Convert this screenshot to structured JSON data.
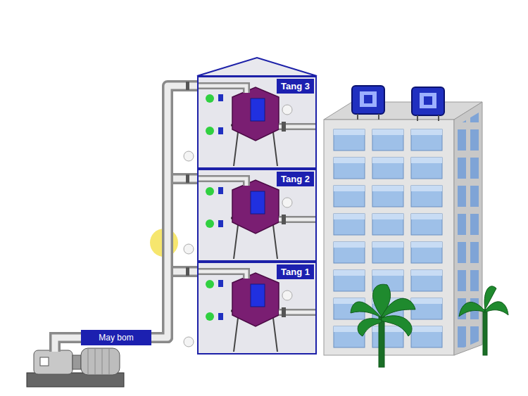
{
  "diagram": {
    "nodes": [
      {
        "text": [
          "Tang 3"
        ]
      },
      {
        "text": [
          "Tang 2"
        ]
      },
      {
        "text": [
          "Tang 1"
        ]
      },
      {
        "text": [
          "May bom"
        ]
      }
    ],
    "edges": [
      {
        "from": 3,
        "to": 2,
        "arrow": "none"
      },
      {
        "from": 3,
        "to": 1,
        "arrow": "none"
      },
      {
        "from": 3,
        "to": 0,
        "arrow": "none"
      }
    ]
  }
}
